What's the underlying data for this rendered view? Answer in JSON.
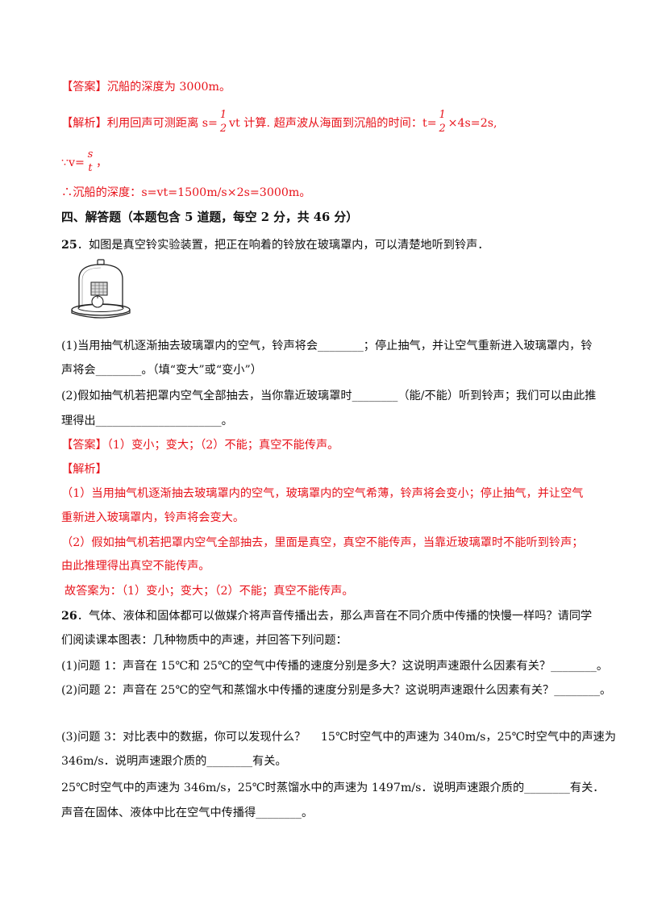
{
  "answer_prev": {
    "answer_tag": "【答案】",
    "answer_text": "沉船的深度为 3000m。",
    "analysis_tag": "【解析】",
    "analysis_a": "利用回声可测距离 s=",
    "frac_half_num": "1",
    "frac_half_den": "2",
    "analysis_b": "vt 计算. 超声波从海面到沉船的时间：t=",
    "analysis_c": "×4s=2s,",
    "because_a": "∵v=",
    "frac_v_num": "s",
    "frac_v_den": "t",
    "because_b": "，",
    "therefore": "∴沉船的深度：s=vt=1500m/s×2s=3000m。"
  },
  "section": {
    "heading": "四、解答题（本题包含 5 道题，每空 2 分，共 46 分）"
  },
  "q25": {
    "num": "25",
    "stem": "．如图是真空铃实验装置，把正在响着的铃放在玻璃罩内，可以清楚地听到铃声．",
    "p1_line1": "(1)当用抽气机逐渐抽去玻璃罩内的空气，铃声将会________；停止抽气，并让空气重新进入玻璃罩内，铃",
    "p1_line2": "声将会________。（填“变大”或“变小”）",
    "p2_line1": "(2)假如抽气机若把罩内空气全部抽去，当你靠近玻璃罩时________（能/不能）听到铃声；我们可以由此推",
    "p2_line2": "理得出______________________。",
    "answer_tag": "【答案】",
    "answer_text": "（1）变小；变大；（2）不能；真空不能传声。",
    "analysis_tag": "【解析】",
    "analysis_1a": "（1）当用抽气机逐渐抽去玻璃罩内的空气，玻璃罩内的空气希薄，铃声将会变小；停止抽气，并让空气",
    "analysis_1b": "重新进入玻璃罩内，铃声将会变大。",
    "analysis_2a": "（2）假如抽气机若把罩内空气全部抽去，里面是真空，真空不能传声，当靠近玻璃罩时不能听到铃声；",
    "analysis_2b": "由此推理得出真空不能传声。",
    "final": "故答案为：（1）变小；变大；（2）不能；真空不能传声。"
  },
  "q26": {
    "num": "26",
    "stem_a": "．气体、液体和固体都可以做媒介将声音传播出去，那么声音在不同介质中传播的快慢一样吗？请同学",
    "stem_b": "们阅读课本图表：几种物质中的声速，并回答下列问题：",
    "p1": "(1)问题 1：声音在 15℃和 25℃的空气中传播的速度分别是多大？这说明声速跟什么因素有关？________。",
    "p2": "(2)问题 2：声音在 25℃的空气和蒸馏水中传播的速度分别是多大？这说明声速跟什么因素有关？________。",
    "p3_line1": "(3)问题 3：对比表中的数据，你可以发现什么？　 15℃时空气中的声速为 340m/s，25℃时空气中的声速为",
    "p3_line2": "346m/s．说明声速跟介质的________有关。",
    "p3_line3": "25℃时空气中的声速为 346m/s，25℃时蒸馏水中的声速为 1497m/s．说明声速跟介质的________有关．",
    "p3_line4": "声音在固体、液体中比在空气中传播得________。"
  }
}
